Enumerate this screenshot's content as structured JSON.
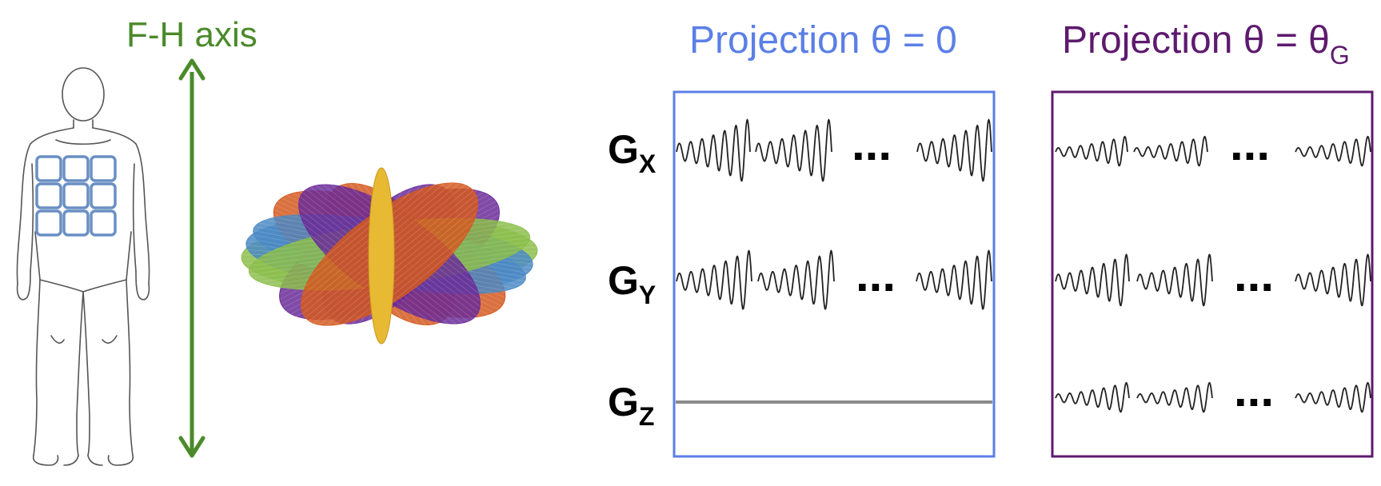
{
  "axis": {
    "title": "F-H axis",
    "color": "#4a8a2a"
  },
  "projection_a": {
    "title": "Projection θ = 0",
    "color": "#5b7fe6"
  },
  "projection_b": {
    "title": "Projection θ = θ",
    "subscript": "G",
    "color": "#5e1a6e"
  },
  "gradients": [
    {
      "letter": "G",
      "sub": "X"
    },
    {
      "letter": "G",
      "sub": "Y"
    },
    {
      "letter": "G",
      "sub": "Z"
    }
  ],
  "ellipsis": "...",
  "colors": {
    "grid": "#6a8fc4",
    "orange": "#d4581f",
    "purple": "#6a2a98",
    "green": "#8bbd4a",
    "blue": "#4a88c4",
    "yellow": "#e8b932",
    "gz_line": "#8a8a8a"
  }
}
